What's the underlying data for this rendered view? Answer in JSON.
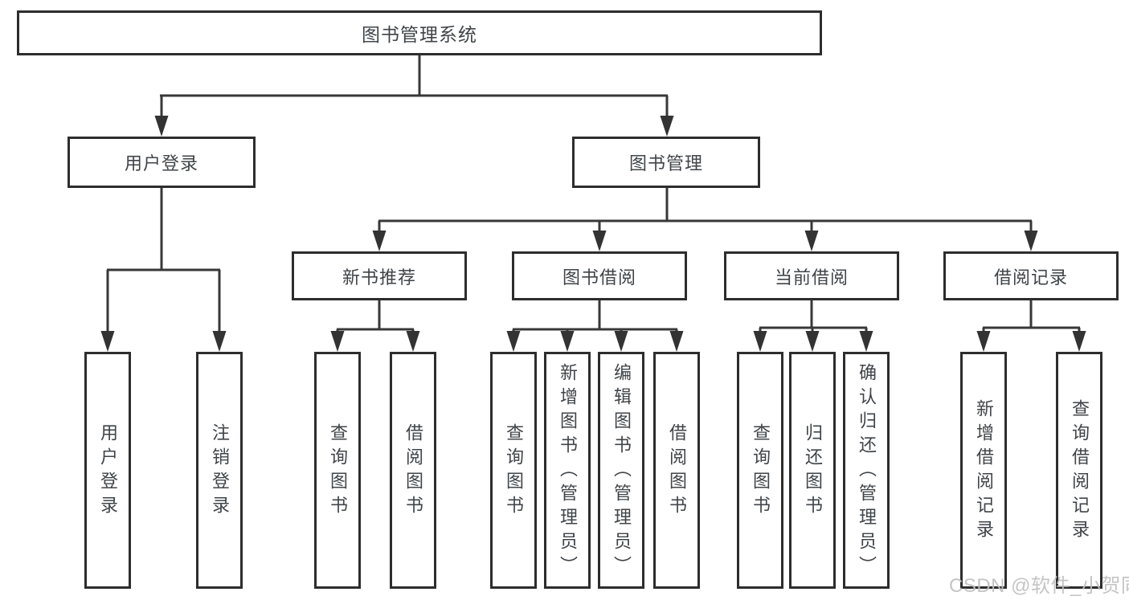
{
  "tree": {
    "label": "图书管理系统",
    "children": [
      {
        "label": "用户登录",
        "children": [
          {
            "label": "用户登录"
          },
          {
            "label": "注销登录"
          }
        ]
      },
      {
        "label": "图书管理",
        "children": [
          {
            "label": "新书推荐",
            "children": [
              {
                "label": "查询图书"
              },
              {
                "label": "借阅图书"
              }
            ]
          },
          {
            "label": "图书借阅",
            "children": [
              {
                "label": "查询图书"
              },
              {
                "label": "新增图书（管理员）"
              },
              {
                "label": "编辑图书（管理员）"
              },
              {
                "label": "借阅图书"
              }
            ]
          },
          {
            "label": "当前借阅",
            "children": [
              {
                "label": "查询图书"
              },
              {
                "label": "归还图书"
              },
              {
                "label": "确认归还（管理员）"
              }
            ]
          },
          {
            "label": "借阅记录",
            "children": [
              {
                "label": "新增借阅记录"
              },
              {
                "label": "查询借阅记录"
              }
            ]
          }
        ]
      }
    ]
  },
  "watermark": {
    "text": "CSDN @软件_小贺同学"
  },
  "colors": {
    "line": "#383838",
    "border": "#2d2d2d",
    "text": "#404448",
    "watermark": "#bfbfbf",
    "background": "#ffffff"
  }
}
